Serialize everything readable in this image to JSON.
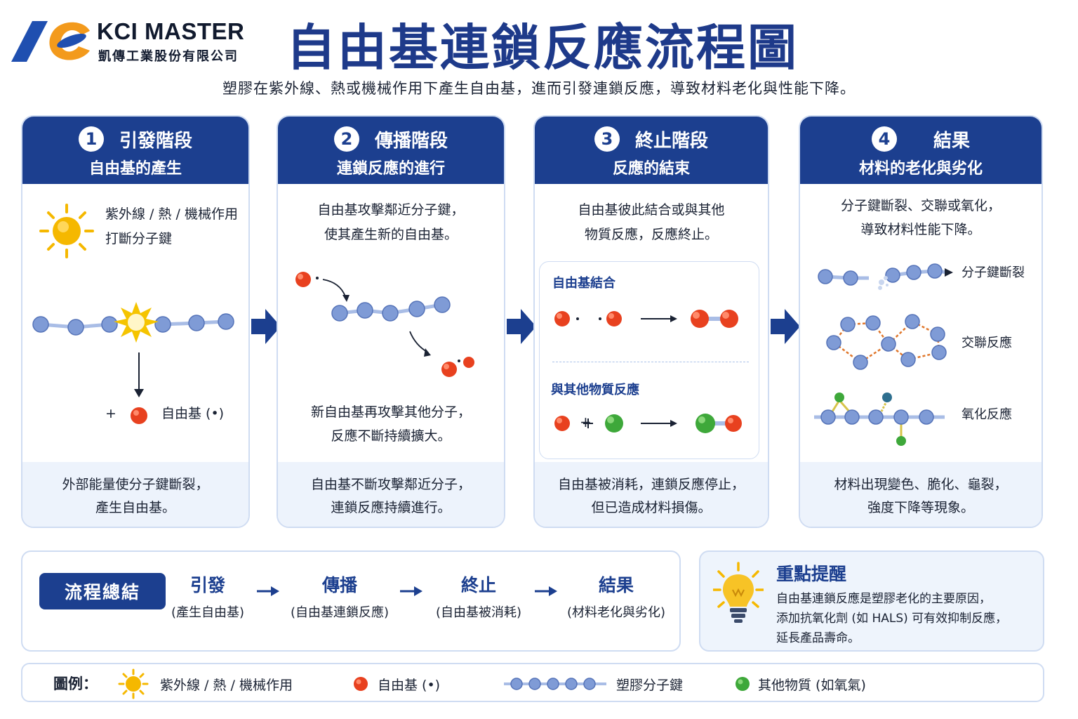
{
  "header": {
    "brand_name": "KCI MASTER",
    "brand_sub": "凱傳工業股份有限公司",
    "title": "自由基連鎖反應流程圖",
    "subtitle": "塑膠在紫外線、熱或機械作用下產生自由基，進而引發連鎖反應，導致材料老化與性能下降。"
  },
  "colors": {
    "primary": "#1c3f8f",
    "title": "#1e3a8a",
    "logo_blue": "#1f4fb0",
    "logo_orange": "#f39a1c",
    "radical": "#e8411f",
    "other_substance": "#3ea83a",
    "molecule": "#7f9bd6",
    "bond": "#e0772c",
    "sun": "#f5b800",
    "panel_bg": "#edf3fc",
    "border": "#cfdcf2"
  },
  "stages": [
    {
      "number": "1",
      "title": "引發階段",
      "subtitle": "自由基的產生",
      "body_lines": [
        "紫外線 / 熱 / 機械作用",
        "打斷分子鍵"
      ],
      "radical_label": "自由基 (•)",
      "plus": "+",
      "footer_lines": [
        "外部能量使分子鍵斷裂，",
        "產生自由基。"
      ]
    },
    {
      "number": "2",
      "title": "傳播階段",
      "subtitle": "連鎖反應的進行",
      "body_lines": [
        "自由基攻擊鄰近分子鍵，",
        "使其產生新的自由基。"
      ],
      "body_lines_2": [
        "新自由基再攻擊其他分子，",
        "反應不斷持續擴大。"
      ],
      "footer_lines": [
        "自由基不斷攻擊鄰近分子，",
        "連鎖反應持續進行。"
      ]
    },
    {
      "number": "3",
      "title": "終止階段",
      "subtitle": "反應的結束",
      "body_lines": [
        "自由基彼此結合或與其他",
        "物質反應，反應終止。"
      ],
      "inner_label_1": "自由基結合",
      "inner_label_2": "與其他物質反應",
      "plus": "+",
      "footer_lines": [
        "自由基被消耗，連鎖反應停止，",
        "但已造成材料損傷。"
      ]
    },
    {
      "number": "4",
      "title": "結果",
      "subtitle": "材料的老化與劣化",
      "body_lines": [
        "分子鍵斷裂、交聯或氧化，",
        "導致材料性能下降。"
      ],
      "results": [
        "分子鍵斷裂",
        "交聯反應",
        "氧化反應"
      ],
      "footer_lines": [
        "材料出現變色、脆化、龜裂，",
        "強度下降等現象。"
      ]
    }
  ],
  "summary": {
    "badge": "流程總結",
    "steps": [
      {
        "main": "引發",
        "sub": "(產生自由基)"
      },
      {
        "main": "傳播",
        "sub": "(自由基連鎖反應)"
      },
      {
        "main": "終止",
        "sub": "(自由基被消耗)"
      },
      {
        "main": "結果",
        "sub": "(材料老化與劣化)"
      }
    ]
  },
  "reminder": {
    "title": "重點提醒",
    "lines": [
      "自由基連鎖反應是塑膠老化的主要原因，",
      "添加抗氧化劑 (如 HALS) 可有效抑制反應，",
      "延長產品壽命。"
    ]
  },
  "legend": {
    "title": "圖例：",
    "items": [
      "紫外線 / 熱 / 機械作用",
      "自由基 (•)",
      "塑膠分子鍵",
      "其他物質 (如氧氣)"
    ]
  }
}
